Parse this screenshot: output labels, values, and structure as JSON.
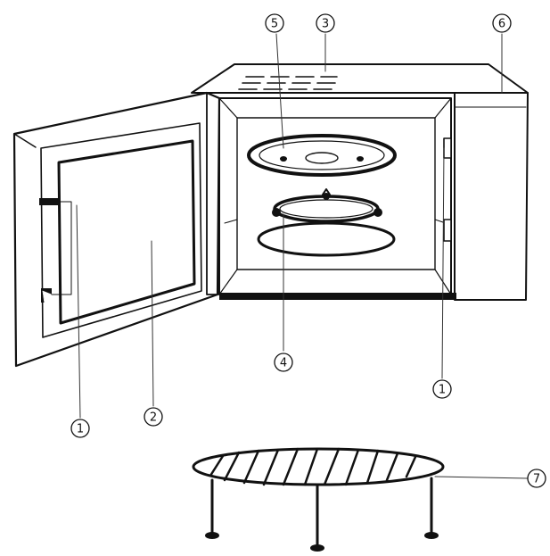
{
  "callouts": [
    {
      "id": "door-hinge-left",
      "label": "1"
    },
    {
      "id": "door-window",
      "label": "2"
    },
    {
      "id": "top-vents",
      "label": "3"
    },
    {
      "id": "roller-ring",
      "label": "4"
    },
    {
      "id": "glass-tray",
      "label": "5"
    },
    {
      "id": "control-panel",
      "label": "6"
    },
    {
      "id": "door-latch-right",
      "label": "1"
    },
    {
      "id": "grill-rack",
      "label": "7"
    }
  ]
}
